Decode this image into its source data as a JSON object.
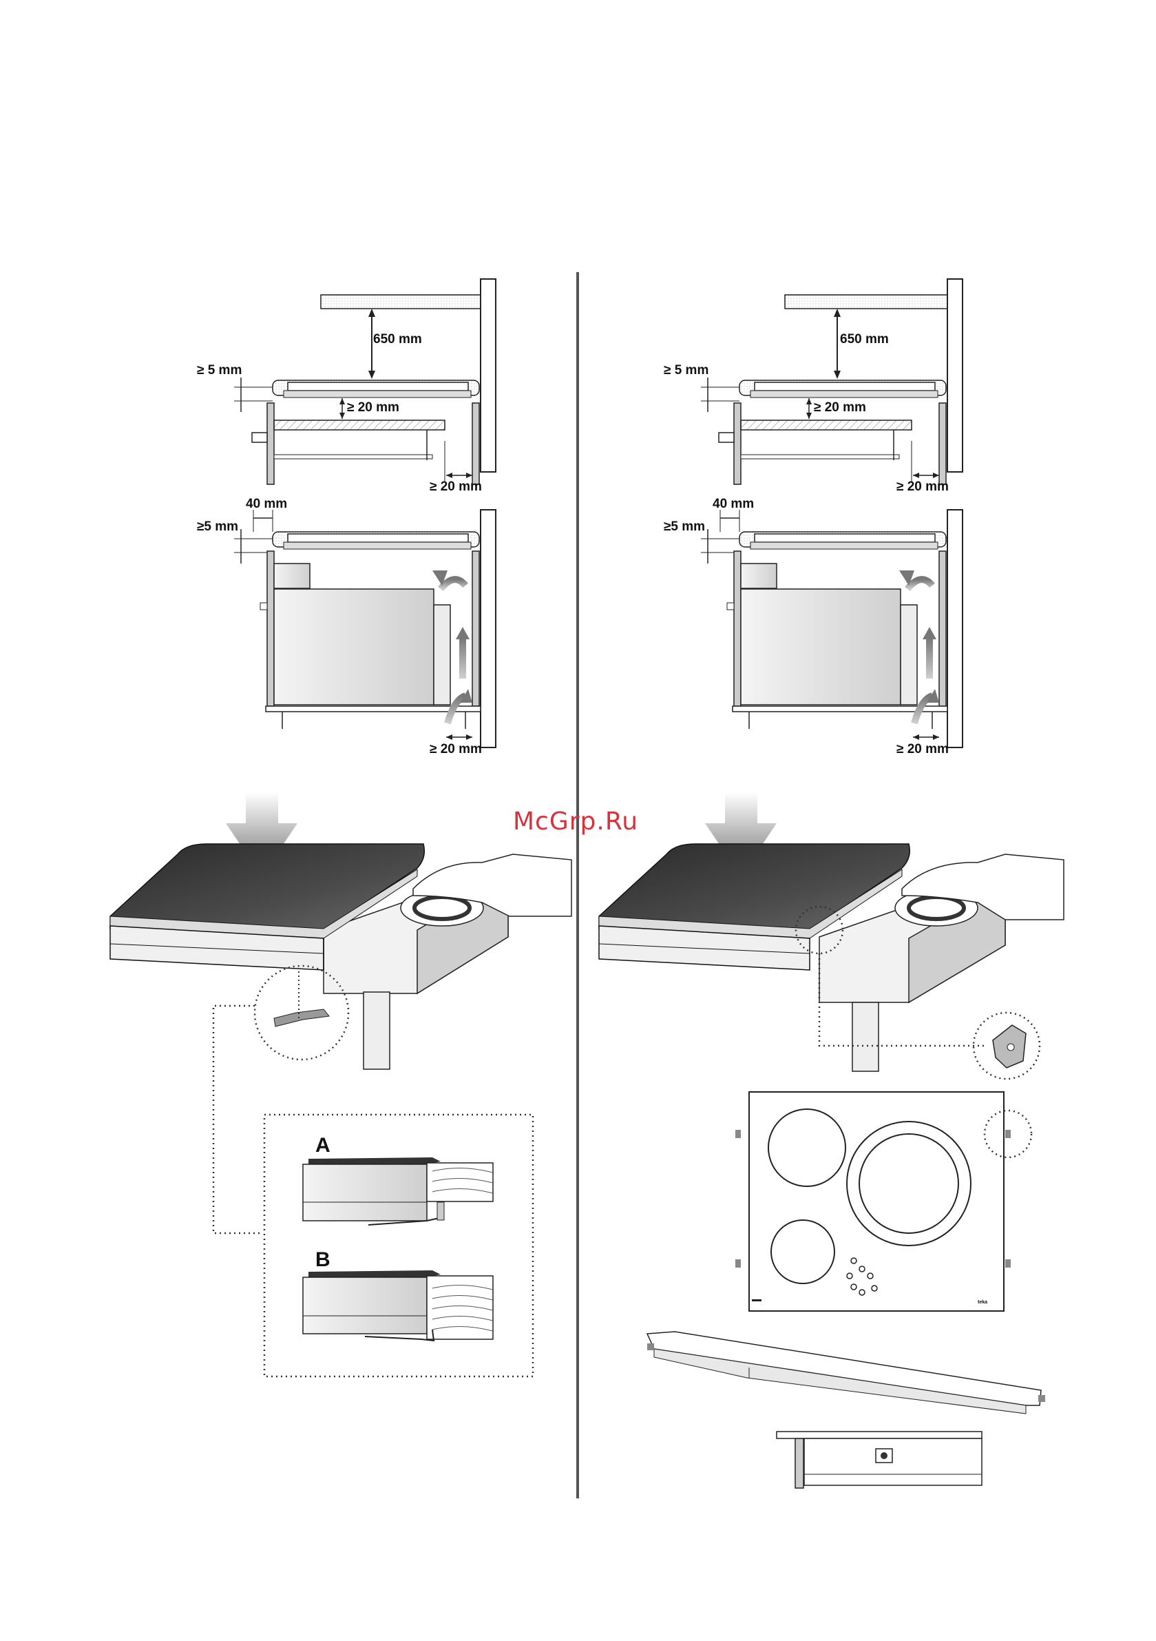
{
  "watermark": "McGrp.Ru",
  "left_panel": {
    "cabinet": {
      "height_above": "650 mm",
      "gap_top": "≥ 5 mm",
      "gap_below_hob": "≥ 20 mm",
      "gap_wall": "≥ 20 mm"
    },
    "oven": {
      "edge": "40 mm",
      "gap_top": "≥5 mm",
      "gap_wall": "≥ 20 mm"
    },
    "clip_options": {
      "option_a": "A",
      "option_b": "B"
    }
  },
  "right_panel": {
    "cabinet": {
      "height_above": "650 mm",
      "gap_top": "≥ 5 mm",
      "gap_below_hob": "≥ 20 mm",
      "gap_wall": "≥ 20 mm"
    },
    "oven": {
      "edge": "40 mm",
      "gap_top": "≥5 mm",
      "gap_wall": "≥ 20 mm"
    },
    "hob_brand": "teka"
  },
  "colors": {
    "watermark": "#d8323c",
    "line": "#222222",
    "divider": "#555555"
  }
}
